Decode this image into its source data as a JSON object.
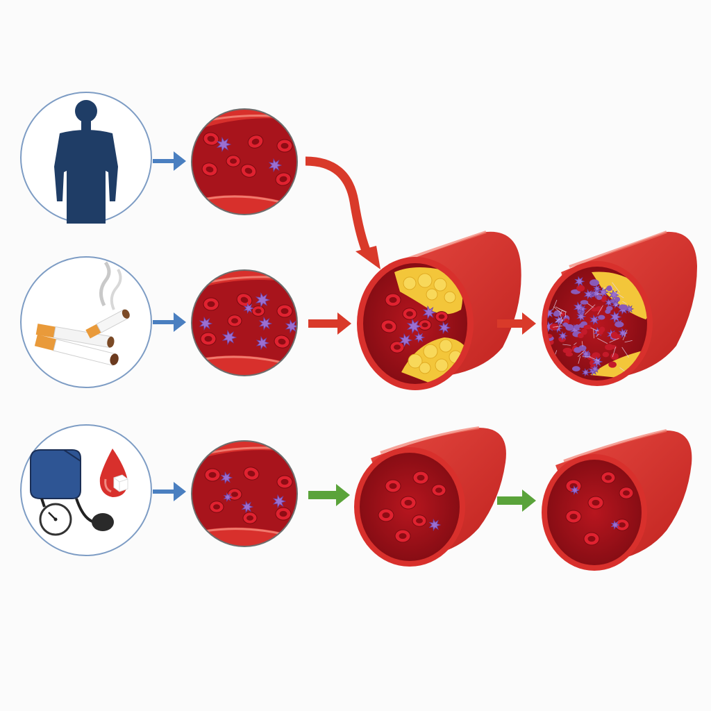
{
  "diagram": {
    "rows": [
      {
        "id": "row-genetics",
        "risk_factor": {
          "icon": "human-silhouette-icon"
        },
        "blood_view": {
          "state": "few-platelets"
        },
        "arrow_to_vessel": {
          "color": "#d93a2a",
          "style": "curved"
        },
        "vessel_stage_1": {
          "state": "plaque-narrowing"
        },
        "arrow_to_stage_2": {
          "color": "#d93a2a"
        },
        "vessel_stage_2": {
          "state": "thrombus-occlusion"
        }
      },
      {
        "id": "row-smoking",
        "risk_factor": {
          "icon": "cigarettes-icon"
        },
        "blood_view": {
          "state": "activated-platelets"
        },
        "arrow_to_vessel": {
          "color": "#d93a2a",
          "style": "straight"
        }
      },
      {
        "id": "row-blood-pressure-glucose",
        "risk_factor": {
          "icons": [
            "blood-pressure-cuff-icon",
            "blood-drop-sugar-icon"
          ]
        },
        "blood_view": {
          "state": "some-platelets"
        },
        "arrow_to_vessel": {
          "color": "#5aa33a",
          "style": "straight"
        },
        "vessel_stage_1": {
          "state": "healthy-open"
        },
        "arrow_to_stage_2": {
          "color": "#5aa33a"
        },
        "vessel_stage_2": {
          "state": "healthy-open"
        }
      }
    ],
    "colors": {
      "risk_arrow": "#4a7fc0",
      "bad_outcome_arrow": "#d93a2a",
      "good_outcome_arrow": "#5aa33a",
      "vessel_wall": "#d8302c",
      "lumen": "#a8141c",
      "red_cell": "#e02230",
      "platelet": "#9b6fd0",
      "plaque": "#f3c63a",
      "circle_border": "#7d9cc4",
      "silhouette": "#1f3d66"
    }
  }
}
